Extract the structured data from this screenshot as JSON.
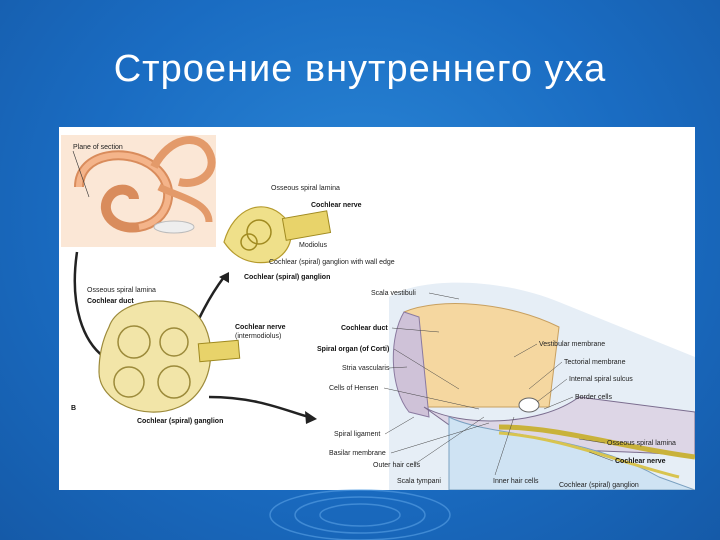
{
  "slide": {
    "title": "Строение внутреннего уха"
  },
  "figure": {
    "panel_letter": "B",
    "labels": {
      "plane_of_section": "Plane of section",
      "osseous_spiral_lamina_top": "Osseous spiral lamina",
      "cochlear_nerve_top": "Cochlear nerve",
      "modiolus": "Modiolus",
      "cochlear_ganglion_wall": "Cochlear (spiral) ganglion with wall edge",
      "cochlear_ganglion_top": "Cochlear (spiral) ganglion",
      "osseous_spiral_lamina_left": "Osseous spiral lamina",
      "cochlear_duct_left": "Cochlear duct",
      "cochlear_nerve_mid": "Cochlear nerve",
      "intermodiolus": "(intermodiolus)",
      "cochlear_ganglion_bottom": "Cochlear (spiral) ganglion",
      "scala_vestibuli": "Scala vestibuli",
      "cochlear_duct": "Cochlear duct",
      "spiral_organ": "Spiral organ (of Corti)",
      "stria_vascularis": "Stria vascularis",
      "cells_hensen": "Cells of Hensen",
      "spiral_ligament": "Spiral ligament",
      "basilar_membrane": "Basilar membrane",
      "outer_hair_cells": "Outer hair cells",
      "scala_tympani": "Scala tympani",
      "inner_hair_cells": "Inner hair cells",
      "vestibular_membrane": "Vestibular membrane",
      "tectorial_membrane": "Tectorial membrane",
      "internal_spiral_sulcus": "Internal spiral sulcus",
      "border_cells": "Border cells",
      "osseous_spiral_lamina_right": "Osseous spiral lamina",
      "cochlear_nerve_right": "Cochlear nerve",
      "cochlear_ganglion_right": "Cochlear (spiral) ganglion"
    }
  },
  "colors": {
    "background": "#1a6cc2",
    "title": "#ffffff",
    "cochlea_peach": "#f4b48a",
    "nerve_yellow": "#e8d36a",
    "duct_fill": "#f5d7a0",
    "fluid_blue": "#cfe3f3"
  }
}
